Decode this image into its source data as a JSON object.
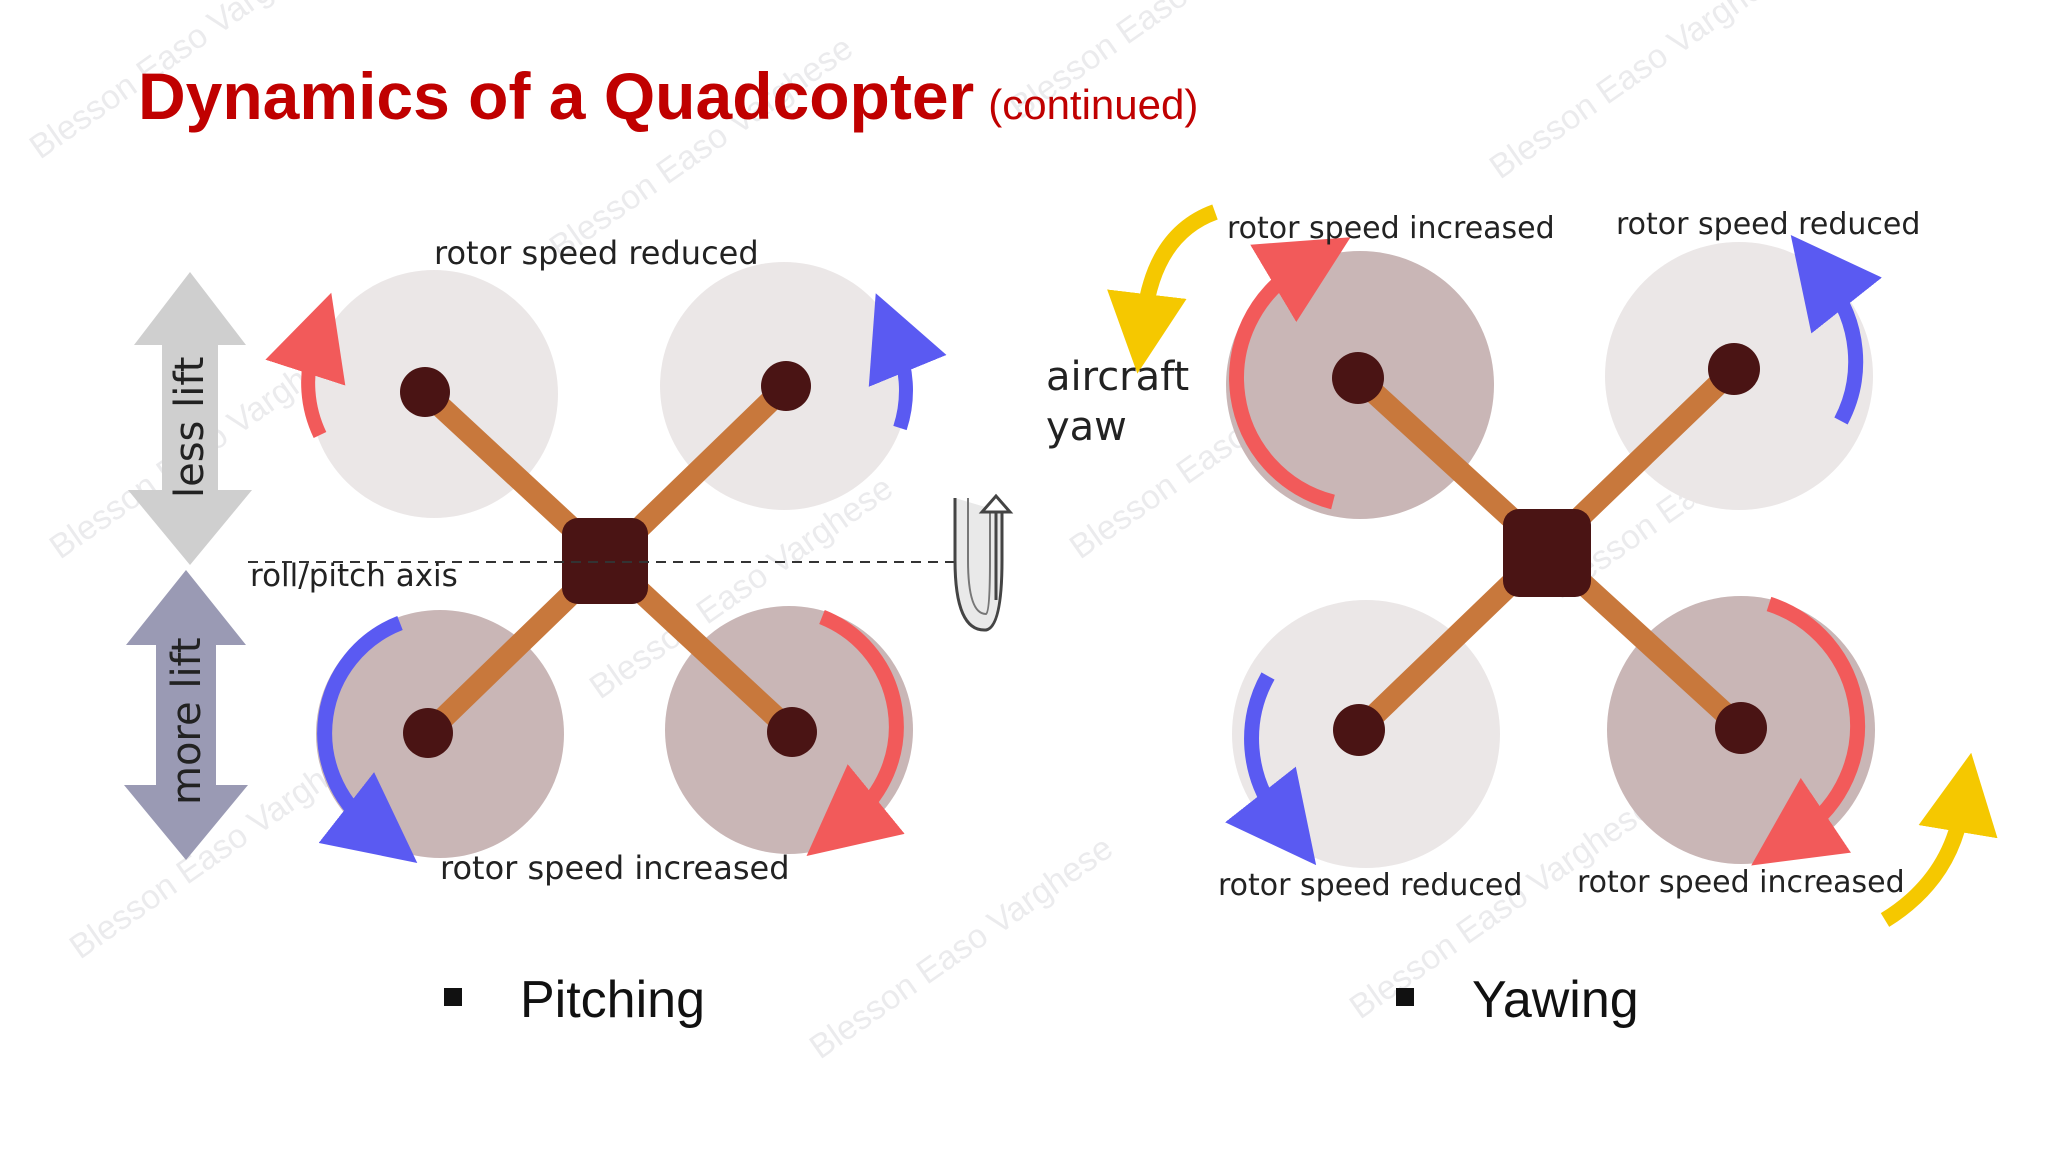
{
  "slide": {
    "title": "Dynamics of a Quadcopter",
    "title_suffix": "(continued)",
    "watermark": "Blesson Easo Varghese"
  },
  "pitching": {
    "bullet": "Pitching",
    "label_top": "rotor speed reduced",
    "label_bottom": "rotor speed increased",
    "axis_label": "roll/pitch axis",
    "less_lift": "less lift",
    "more_lift": "more lift"
  },
  "yawing": {
    "bullet": "Yawing",
    "label_top_left": "rotor speed increased",
    "label_top_right": "rotor speed reduced",
    "label_bottom_left": "rotor speed reduced",
    "label_bottom_right": "rotor speed increased",
    "yaw_label_line1": "aircraft",
    "yaw_label_line2": "yaw"
  },
  "colors": {
    "title": "#c00000",
    "arm": "#c8783c",
    "hub": "#4a1414",
    "rotor_light": "#ebe7e7",
    "rotor_dark": "#c9b6b6",
    "arrow_red": "#f25a5a",
    "arrow_blue": "#5a5af2",
    "arrow_yellow": "#f5c800",
    "less_lift_arrow": "#cfcfcf",
    "more_lift_arrow": "#9a9ab4"
  }
}
